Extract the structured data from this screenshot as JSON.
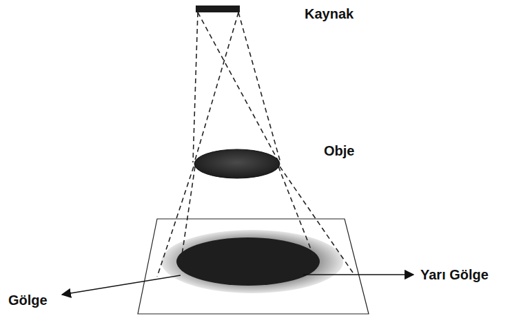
{
  "diagram": {
    "labels": [
      "Kaynak",
      "Obje",
      "Gölge",
      "Yarı Gölge"
    ]
  }
}
